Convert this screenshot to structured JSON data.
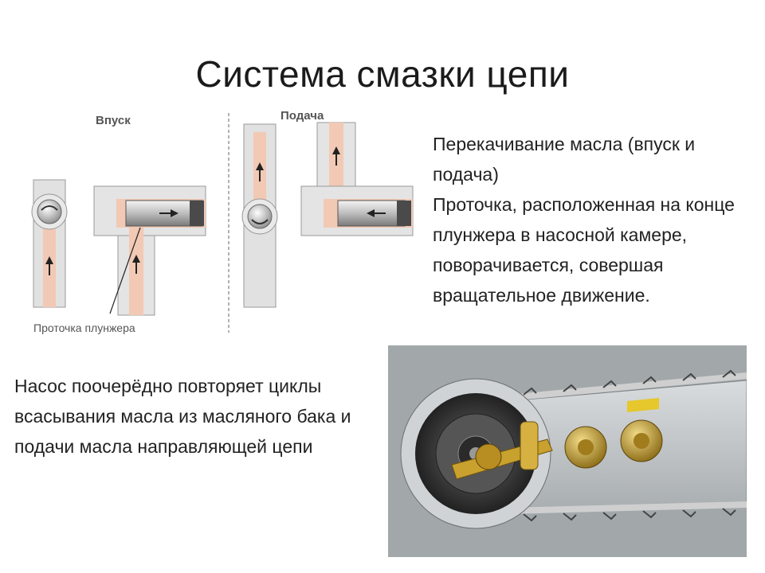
{
  "slide": {
    "title": "Система смазки цепи",
    "right_paragraph_1": "Перекачивание масла (впуск и подача)",
    "right_paragraph_2": "Проточка, расположенная на конце плунжера в насосной камере, поворачивается, совершая вращательное движение.",
    "left_paragraph": "Насос поочерёдно повторяет циклы всасывания масла из масляного бака и подачи масла направляющей цепи"
  },
  "diagram": {
    "label_intake": "Впуск",
    "label_feed": "Подача",
    "label_groove": "Проточка плунжера",
    "oil_color": "#f2c9b4",
    "metal_color": "#d4d4d4"
  },
  "illustration": {
    "bar_color": "#c9cdcf",
    "brass_color": "#c9a12e"
  }
}
